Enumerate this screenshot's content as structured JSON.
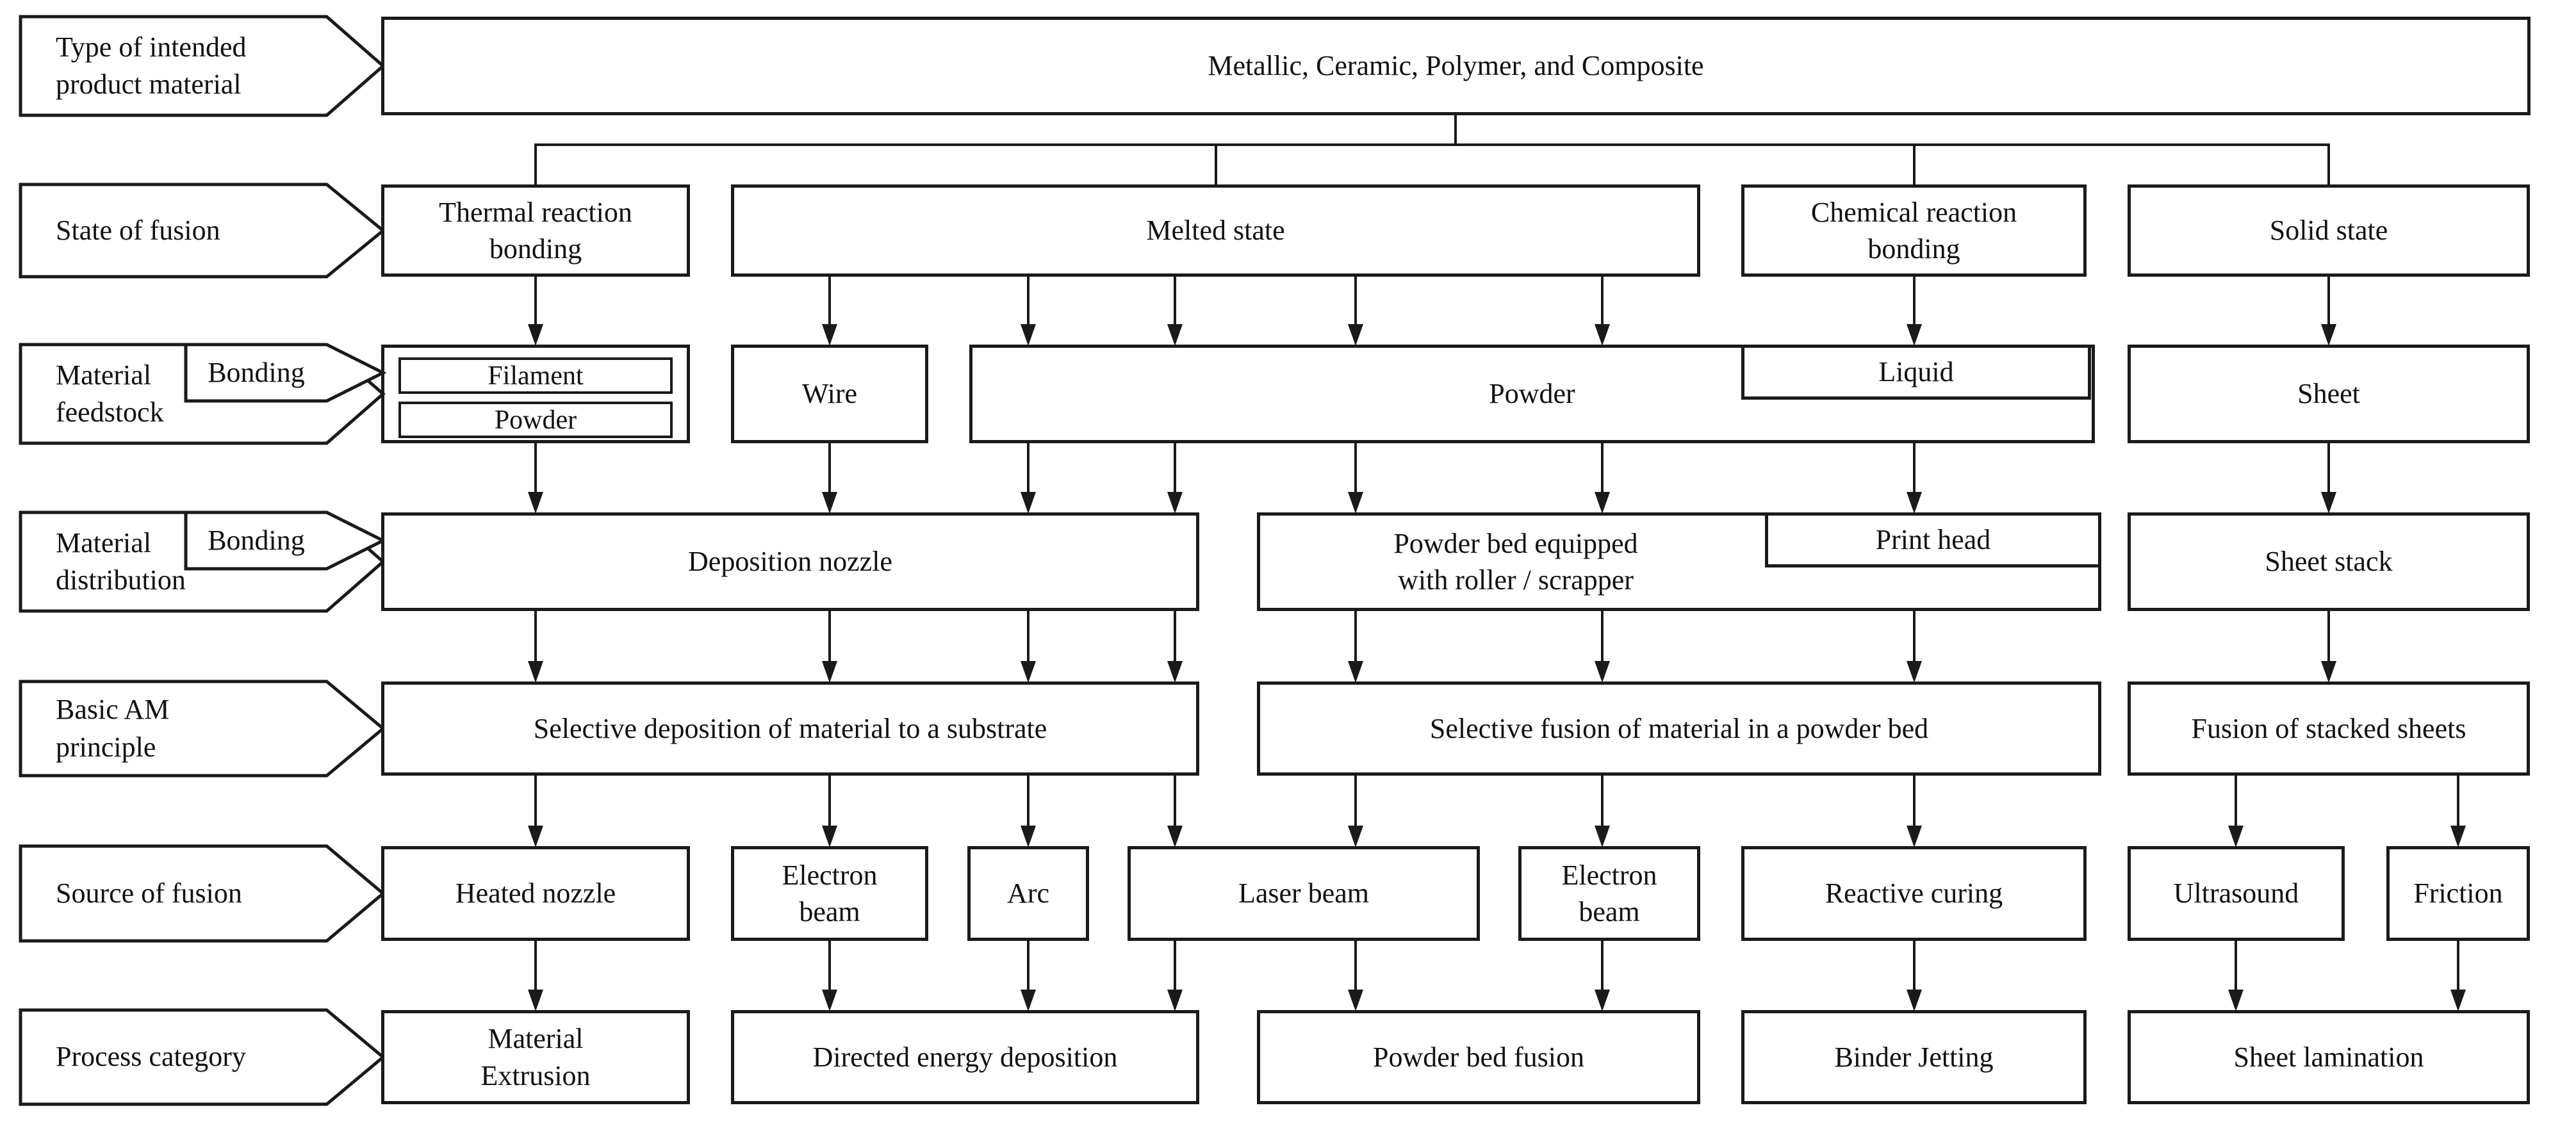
{
  "side_labels": [
    {
      "lines": [
        "Type of intended",
        "product material"
      ]
    },
    {
      "lines": [
        "State of fusion"
      ]
    },
    {
      "lines": [
        "Material",
        "feedstock"
      ],
      "tab": "Bonding"
    },
    {
      "lines": [
        "Material",
        "distribution"
      ],
      "tab": "Bonding"
    },
    {
      "lines": [
        "Basic AM",
        "principle"
      ]
    },
    {
      "lines": [
        "Source of fusion"
      ]
    },
    {
      "lines": [
        "Process category"
      ]
    }
  ],
  "boxes": {
    "product_material": "Metallic, Ceramic, Polymer, and Composite",
    "thermal_reaction_bonding": [
      "Thermal reaction",
      "bonding"
    ],
    "melted_state": "Melted state",
    "chemical_reaction_bonding": [
      "Chemical reaction",
      "bonding"
    ],
    "solid_state": "Solid state",
    "filament": "Filament",
    "powder_feedstock": "Powder",
    "wire": "Wire",
    "powder": "Powder",
    "liquid": "Liquid",
    "sheet": "Sheet",
    "deposition_nozzle": "Deposition nozzle",
    "powder_bed": [
      "Powder bed equipped",
      "with roller / scrapper"
    ],
    "print_head": "Print head",
    "sheet_stack": "Sheet stack",
    "selective_deposition": "Selective deposition of material to a substrate",
    "selective_fusion": "Selective fusion of material in a powder bed",
    "fusion_of_stacked_sheets": "Fusion of stacked sheets",
    "heated_nozzle": "Heated nozzle",
    "electron_beam_ded": [
      "Electron",
      "beam"
    ],
    "arc": "Arc",
    "laser_beam": "Laser beam",
    "electron_beam_pbf": [
      "Electron",
      "beam"
    ],
    "reactive_curing": "Reactive curing",
    "ultrasound": "Ultrasound",
    "friction": "Friction",
    "material_extrusion": [
      "Material",
      "Extrusion"
    ],
    "directed_energy_deposition": "Directed energy deposition",
    "powder_bed_fusion": "Powder bed fusion",
    "binder_jetting": "Binder Jetting",
    "sheet_lamination": "Sheet lamination"
  },
  "colors": {
    "line": "#1a1a1a",
    "box_border": "#1a1a1a",
    "background": "#ffffff",
    "text": "#111111"
  }
}
